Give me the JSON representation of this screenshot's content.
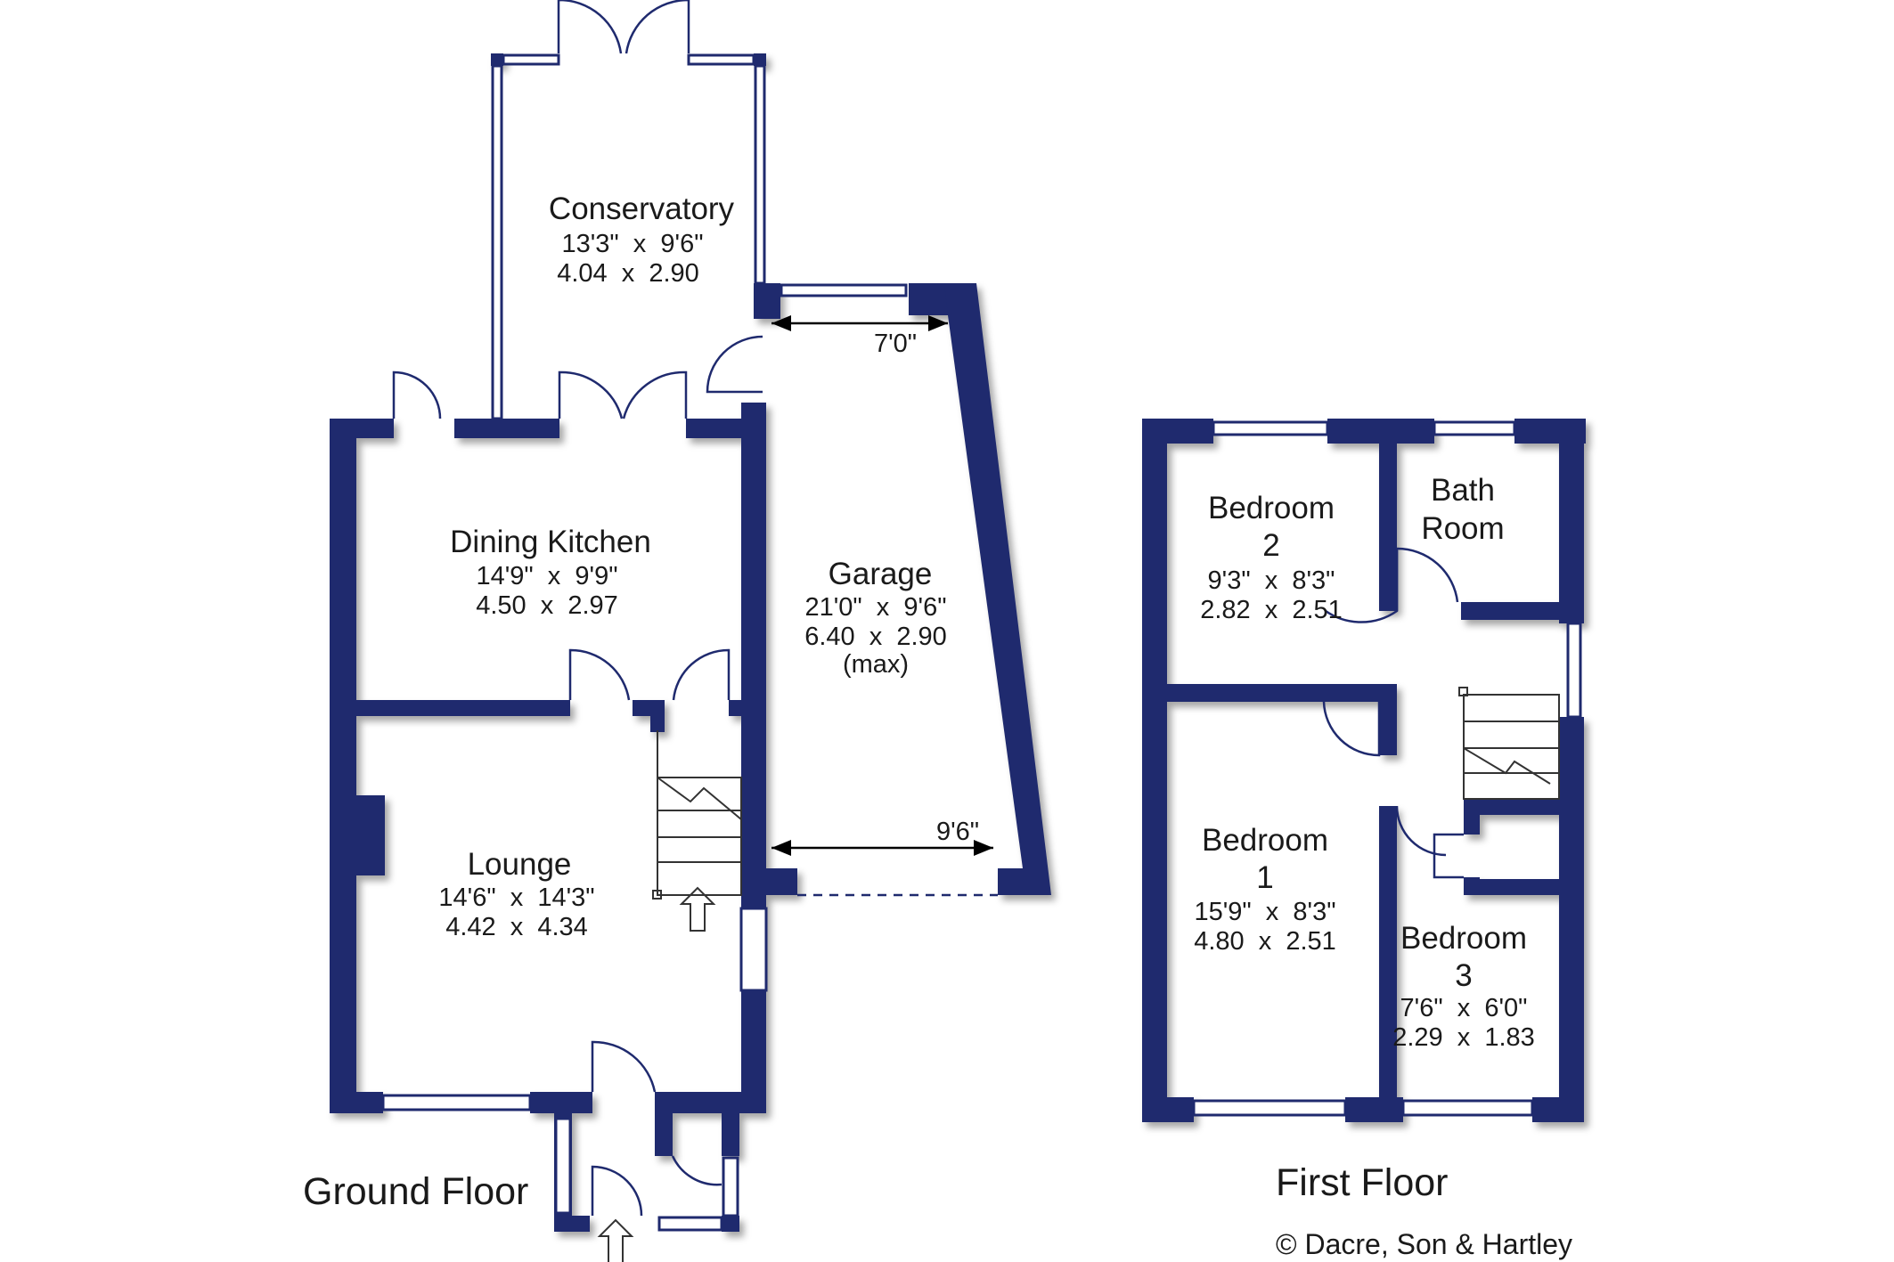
{
  "colors": {
    "wall": "#1f2a6e",
    "background": "#ffffff"
  },
  "ground_floor": {
    "label": "Ground Floor",
    "rooms": {
      "conservatory": {
        "name": "Conservatory",
        "imperial": "13'3\"  x  9'6\"",
        "metric": "4.04  x  2.90"
      },
      "dining_kitchen": {
        "name": "Dining Kitchen",
        "imperial": "14'9\"  x  9'9\"",
        "metric": "4.50  x  2.97"
      },
      "garage": {
        "name": "Garage",
        "imperial": "21'0\"  x  9'6\"",
        "metric": "6.40  x  2.90",
        "note": "(max)",
        "dim_top": "7'0\"",
        "dim_bottom": "9'6\""
      },
      "lounge": {
        "name": "Lounge",
        "imperial": "14'6\"  x  14'3\"",
        "metric": "4.42  x  4.34"
      }
    }
  },
  "first_floor": {
    "label": "First Floor",
    "rooms": {
      "bedroom2": {
        "name_line1": "Bedroom",
        "name_line2": "2",
        "imperial": "9'3\"  x  8'3\"",
        "metric": "2.82  x  2.51"
      },
      "bathroom": {
        "name_line1": "Bath",
        "name_line2": "Room"
      },
      "bedroom1": {
        "name_line1": "Bedroom",
        "name_line2": "1",
        "imperial": "15'9\"  x  8'3\"",
        "metric": "4.80  x  2.51"
      },
      "bedroom3": {
        "name_line1": "Bedroom",
        "name_line2": "3",
        "imperial": "7'6\"  x  6'0\"",
        "metric": "2.29  x  1.83"
      }
    }
  },
  "copyright": "© Dacre, Son & Hartley"
}
